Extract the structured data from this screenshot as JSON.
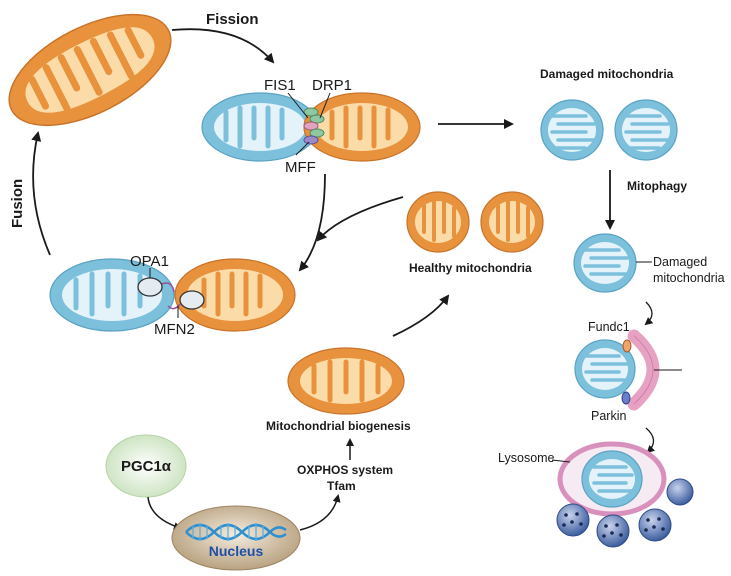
{
  "labels": {
    "fission": "Fission",
    "fusion": "Fusion",
    "fis1": "FIS1",
    "drp1": "DRP1",
    "mff": "MFF",
    "opa1": "OPA1",
    "mfn2": "MFN2",
    "damaged_mitochondria_title": "Damaged mitochondria",
    "mitophagy": "Mitophagy",
    "damaged_line1": "Damaged",
    "damaged_line2": "mitochondria",
    "healthy_mitochondria": "Healthy mitochondria",
    "fundc1": "Fundc1",
    "parkin": "Parkin",
    "lysosome": "Lysosome",
    "mitochondrial_biogenesis": "Mitochondrial biogenesis",
    "oxphos_system": "OXPHOS system",
    "tfam": "Tfam",
    "pgc1a": "PGC1α",
    "nucleus": "Nucleus"
  },
  "colors": {
    "healthy_outer": "#e8923e",
    "healthy_inner": "#fbdca8",
    "damaged_outer": "#7cc0dc",
    "damaged_inner": "#e4f3fa",
    "phagophore": "#e6a1c3",
    "lysosome_fill": "#f6eaf3",
    "lysosome_ring": "#d890bc",
    "vesicle": "#3d5ea0",
    "pgc1a_fill": "#e1f0d9",
    "nucleus_fill": "#d8c6a8",
    "dna": "#2f8fcf",
    "arrow": "#1a1a1a"
  }
}
